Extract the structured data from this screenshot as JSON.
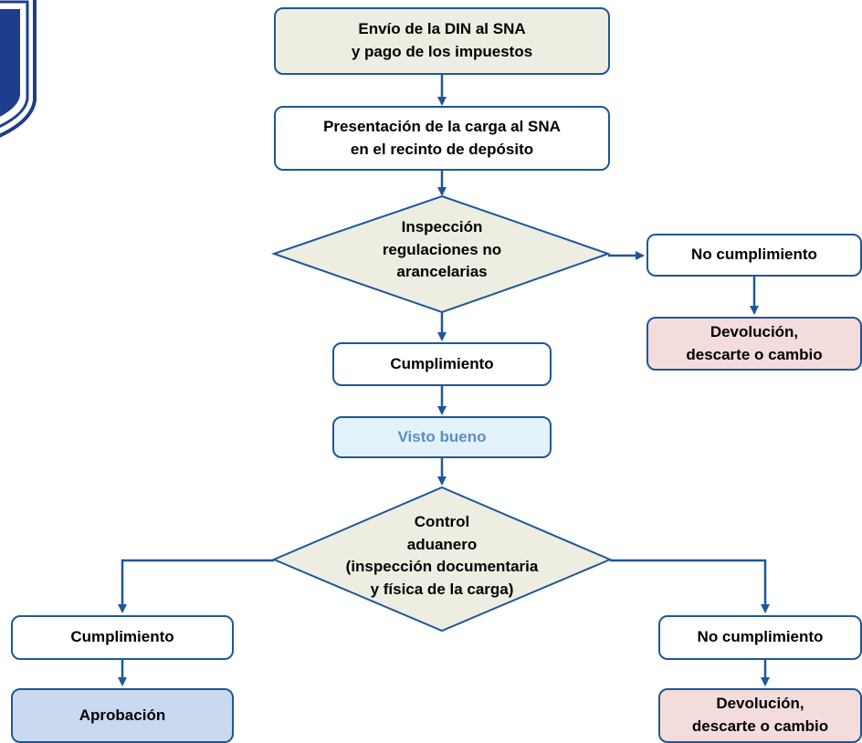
{
  "flowchart": {
    "nodes": {
      "envio": "Envío de la DIN al SNA\ny pago de los impuestos",
      "presentacion": "Presentación de la carga al SNA\nen el recinto de depósito",
      "inspeccion": "Inspección\nregulaciones no\narancelarias",
      "no_cumplimiento_1": "No cumplimiento",
      "devolucion_1": "Devolución,\ndescarte o cambio",
      "cumplimiento_1": "Cumplimiento",
      "visto_bueno": "Visto bueno",
      "control": "Control\naduanero\n(inspección documentaria\ny física de la carga)",
      "cumplimiento_2": "Cumplimiento",
      "aprobacion": "Aprobación",
      "no_cumplimiento_2": "No cumplimiento",
      "devolucion_2": "Devolución,\ndescarte o cambio"
    }
  },
  "colors": {
    "stroke": "#1e5799",
    "beige": "#eeede2",
    "pink": "#f5dcdc",
    "light_blue": "#e3f2fa",
    "blue": "#c9daf0"
  }
}
